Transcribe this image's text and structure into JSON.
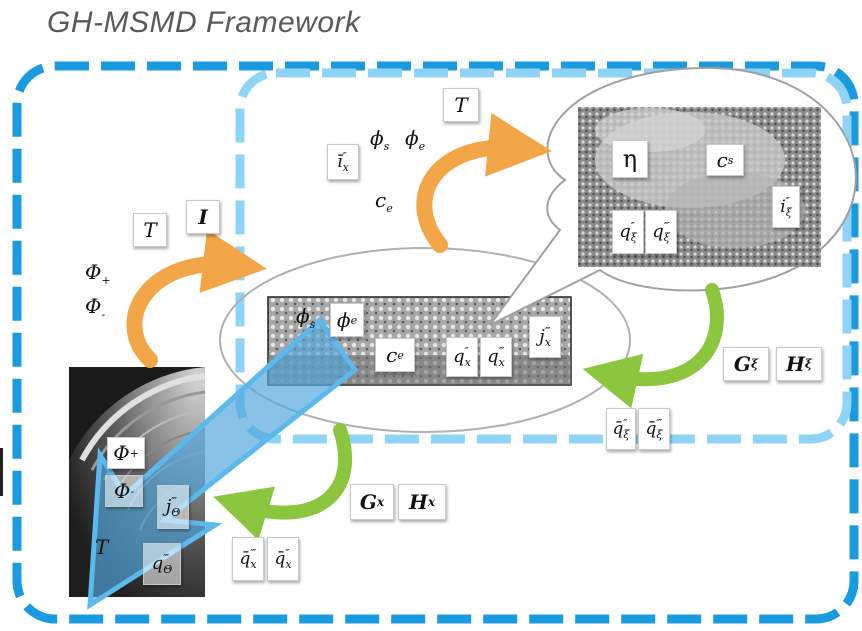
{
  "title": "GH-MSMD Framework",
  "labels": {
    "T_top": "T",
    "phi_s": "ϕ",
    "phi_s_sub": "s",
    "phi_e": "ϕ",
    "phi_e_sub": "e",
    "i_bar_x": "ī",
    "i_bar_x_sub": "x",
    "i_bar_x_sup": "″",
    "c_e_top": "c",
    "c_e_top_sub": "e",
    "eta": "η",
    "c_s": "c",
    "c_s_sub": "s",
    "i_xi": "i",
    "i_xi_sub": "ξ",
    "i_xi_sup": "″",
    "q_xi_2": "q",
    "q_xi_2_sub": "ξ",
    "q_xi_2_sup": "″",
    "q_xi_3": "q",
    "q_xi_3_sub": "ξ",
    "q_xi_3_sup": "‴",
    "T_left": "T",
    "I_left": "I",
    "Phi_plus": "Φ",
    "Phi_plus_sub": "+",
    "Phi_minus": "Φ",
    "Phi_minus_sub": "-",
    "phi_s_mid": "ϕ",
    "phi_s_mid_sub": "s",
    "phi_e_mid": "ϕ",
    "phi_e_mid_sub": "e",
    "c_e_mid": "c",
    "c_e_mid_sub": "e",
    "q_x_2": "q",
    "q_x_2_sub": "x",
    "q_x_2_sup": "″",
    "q_x_3": "q",
    "q_x_3_sub": "x",
    "q_x_3_sup": "‴",
    "j_x": "j",
    "j_x_sub": "x",
    "j_x_sup": "‴",
    "G_xi": "G",
    "G_xi_sub": "ξ",
    "H_xi": "H",
    "H_xi_sub": "ξ",
    "qbar_xi_2": "q̄",
    "qbar_xi_2_sub": "ξ",
    "qbar_xi_2_sup": "″",
    "qbar_xi_3": "q̄",
    "qbar_xi_3_sub": "ξ",
    "qbar_xi_3_sup": "‴",
    "Phi_plus_cell": "Φ",
    "Phi_plus_cell_sub": "+",
    "Phi_minus_cell": "Φ",
    "Phi_minus_cell_sub": "-",
    "j_theta": "j",
    "j_theta_sub": "Θ",
    "j_theta_sup": "‴",
    "T_cell": "T",
    "q_theta": "q",
    "q_theta_sub": "Θ",
    "q_theta_sup": "‴",
    "G_x": "G",
    "G_x_sub": "x",
    "H_x": "H",
    "H_x_sub": "x",
    "qbar_x_3": "q̄",
    "qbar_x_3_sub": "x",
    "qbar_x_3_sup": "‴",
    "qbar_x_2": "q̄",
    "qbar_x_2_sub": "x",
    "qbar_x_2_sup": "″"
  },
  "colors": {
    "frame_blue": "#1a9be0",
    "inner_frame_blue": "#8fd3f7",
    "orange_arrow": "#f2a648",
    "green_arrow": "#8cc63f",
    "big_arrow": "#4fa6dc"
  }
}
